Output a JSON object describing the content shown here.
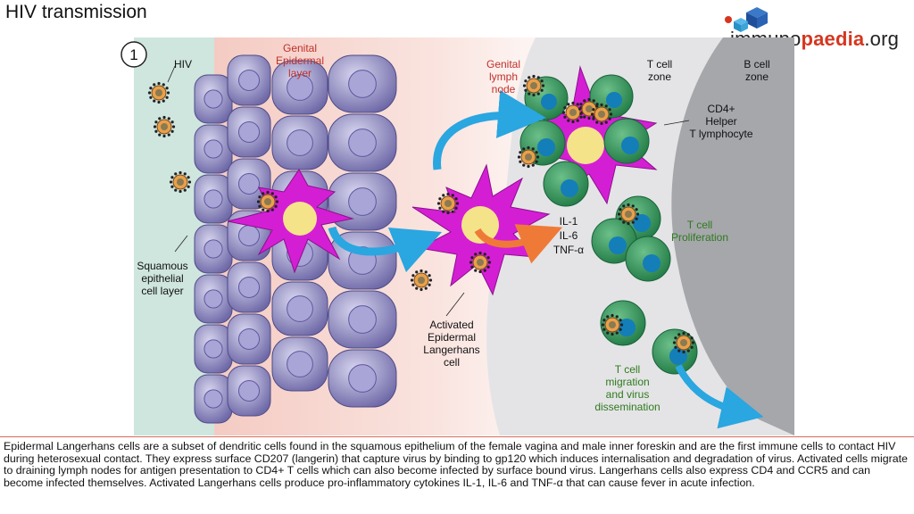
{
  "title": "HIV transmission",
  "logo": {
    "prefix": "immuno",
    "bold": "paedia",
    "suffix": ".org"
  },
  "panel_number": "1",
  "labels": {
    "hiv": "HIV",
    "genital_epidermal_layer": [
      "Genital",
      "Epidermal",
      "layer"
    ],
    "squamous": [
      "Squamous",
      "epithelial",
      "cell layer"
    ],
    "genital_lymph_node": [
      "Genital",
      "lymph",
      "node"
    ],
    "t_cell_zone": [
      "T cell",
      "zone"
    ],
    "b_cell_zone": [
      "B cell",
      "zone"
    ],
    "cd4_helper": [
      "CD4+",
      "Helper",
      "T lymphocyte"
    ],
    "cytokines": [
      "IL-1",
      "IL-6",
      "TNF-α"
    ],
    "t_cell_proliferation": [
      "T cell",
      "Proliferation"
    ],
    "activated_langerhans": [
      "Activated",
      "Epidermal",
      "Langerhans",
      "cell"
    ],
    "t_cell_migration": [
      "T cell",
      "migration",
      "and virus",
      "dissemination"
    ]
  },
  "colors": {
    "mucosa": "#cfe6de",
    "epidermis_pink": "#f7d5cf",
    "lymph_grey": "#e4e4e6",
    "b_zone": "#a5a7ab",
    "langerhans": "#d41ed4",
    "nucleus": "#f5e38a",
    "t_cell": "#3e9a62",
    "t_nucleus": "#137eb8",
    "epithelial_cell": "#8a86c0",
    "arrow_blue": "#2aa6e0",
    "arrow_orange": "#ef7a38",
    "label_red": "#c0302a",
    "label_green": "#2f7a1e"
  },
  "caption": "Epidermal Langerhans cells are a subset of dendritic cells found in the squamous epithelium of the female vagina and male inner foreskin and are the first immune cells to contact HIV during heterosexual contact. They express surface CD207 (langerin) that capture virus by binding to gp120 which induces internalisation and degradation of virus. Activated cells migrate to draining lymph nodes for antigen presentation to CD4+ T cells which can also become infected by surface bound virus. Langerhans cells also express CD4 and CCR5 and can become infected themselves. Activated Langerhans cells produce pro-inflammatory cytokines IL-1, IL-6 and TNF-α that can cause fever in acute infection."
}
